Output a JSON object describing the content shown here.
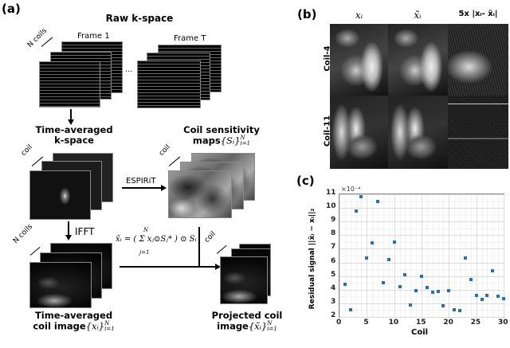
{
  "panel_a": {
    "label": "(a)",
    "raw_kspace": {
      "title": "Raw k-space",
      "frame_first": "Frame 1",
      "frame_last": "Frame T",
      "ellipsis": "...",
      "coils_axis": "N coils"
    },
    "time_avg_kspace": {
      "title_line1": "Time-averaged",
      "title_line2": "k-space",
      "coils_axis": "coil"
    },
    "sensitivity_maps": {
      "title_line1": "Coil sensitivity",
      "title_line2_prefix": "maps",
      "title_line2_math": "{Sᵢ}",
      "sup": "N",
      "sub": "i=1",
      "coils_axis": "coil"
    },
    "espirit_label": "ESPIRiT",
    "ifft_label": "IFFT",
    "formula": "x̃ᵢ = ( Σ xⱼ⊙Sⱼ* ) ⊙ Sᵢ",
    "formula_sum_top": "N",
    "formula_sum_bottom": "j=1",
    "time_avg_coil_image": {
      "title_line1": "Time-averaged",
      "title_line2_prefix": "coil image",
      "title_line2_math": "{xᵢ}",
      "sup": "N",
      "sub": "i=1",
      "coils_axis": "N coils"
    },
    "projected_coil_image": {
      "title_line1": "Projected coil",
      "title_line2_prefix": "image",
      "title_line2_math": "{x̃ᵢ}",
      "sup": "N",
      "sub": "i=1",
      "coils_axis": "coil"
    }
  },
  "panel_b": {
    "label": "(b)",
    "columns": [
      "xᵢ",
      "x̃ᵢ",
      "5x |xᵢ- x̃ᵢ|"
    ],
    "rows": [
      "Coil-4",
      "Coil-11"
    ]
  },
  "panel_c": {
    "label": "(c)",
    "exponent": "×10⁻⁴"
  },
  "chart_data": {
    "type": "scatter",
    "title": "",
    "xlabel": "Coil",
    "ylabel": "Residual signal ||x̃ᵢ − xᵢ||₂",
    "y_scale_note": "×10^-4",
    "xlim": [
      0,
      30
    ],
    "ylim": [
      2,
      11
    ],
    "xticks": [
      0,
      5,
      10,
      15,
      20,
      25,
      30
    ],
    "yticks": [
      2,
      3,
      4,
      5,
      6,
      7,
      8,
      9,
      10,
      11
    ],
    "grid": true,
    "marker_color": "#2b6fb0",
    "x": [
      1,
      2,
      3,
      4,
      5,
      6,
      7,
      8,
      9,
      10,
      11,
      12,
      13,
      14,
      15,
      16,
      17,
      18,
      19,
      20,
      21,
      22,
      23,
      24,
      25,
      26,
      27,
      28,
      29,
      30
    ],
    "y": [
      4.4,
      2.5,
      9.8,
      10.8,
      6.3,
      7.45,
      10.5,
      4.5,
      6.2,
      7.5,
      4.25,
      5.1,
      2.9,
      3.9,
      5.0,
      4.15,
      3.8,
      3.85,
      2.8,
      3.9,
      2.55,
      2.45,
      6.3,
      4.75,
      3.6,
      3.3,
      3.6,
      5.4,
      3.5,
      3.35
    ]
  }
}
